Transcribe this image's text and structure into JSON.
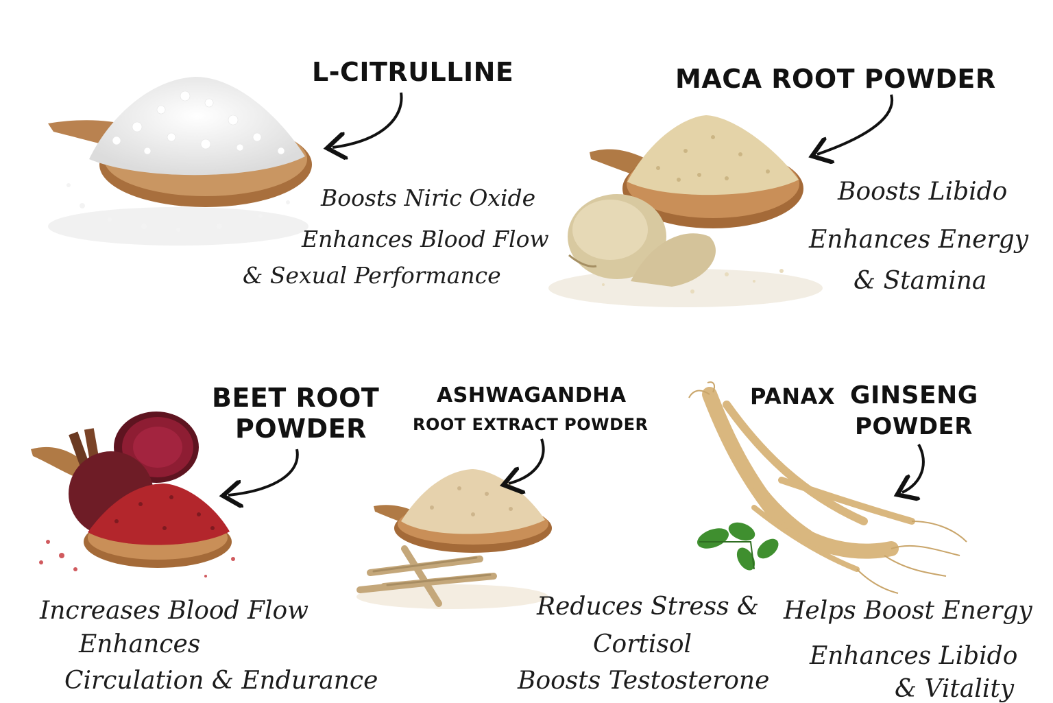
{
  "colors": {
    "background": "#ffffff",
    "text": "#111111",
    "wood": "#b07a45",
    "wood_dark": "#8a5a2c",
    "citrulline_powder": "#f4f4f4",
    "maca_powder": "#e0cfa3",
    "beet_powder": "#b3262c",
    "beet_skin": "#6e1c26",
    "ashwagandha_powder": "#e6d2ad",
    "ginseng_root": "#d9b77f",
    "leaf": "#3f8f2f"
  },
  "products": {
    "citrulline": {
      "title": "L-CITRULLINE",
      "benefits": [
        "Boosts Niric Oxide",
        "Enhances Blood Flow",
        "& Sexual Performance"
      ],
      "illustration": "white-powder-on-wooden-spoon"
    },
    "maca": {
      "title": "MACA ROOT POWDER",
      "benefits": [
        "Boosts Libido",
        "Enhances Energy",
        "& Stamina"
      ],
      "illustration": "maca-powder-bowl-with-roots"
    },
    "beet": {
      "title_line1": "BEET ROOT",
      "title_line2": "POWDER",
      "benefits": [
        "Increases Blood Flow",
        "Enhances",
        "Circulation & Endurance"
      ],
      "illustration": "beet-root-powder-with-beets"
    },
    "ashwagandha": {
      "title_line1": "ASHWAGANDHA",
      "title_line2": "ROOT EXTRACT POWDER",
      "benefits": [
        "Reduces Stress &",
        "Cortisol",
        "Boosts Testosterone"
      ],
      "illustration": "ashwagandha-powder-with-roots"
    },
    "ginseng": {
      "title_line1_a": "PANAX",
      "title_line1_b": "GINSENG",
      "title_line2": "POWDER",
      "benefits": [
        "Helps Boost Energy",
        "Enhances Libido",
        "& Vitality"
      ],
      "illustration": "panax-ginseng-root-with-leaves"
    }
  }
}
